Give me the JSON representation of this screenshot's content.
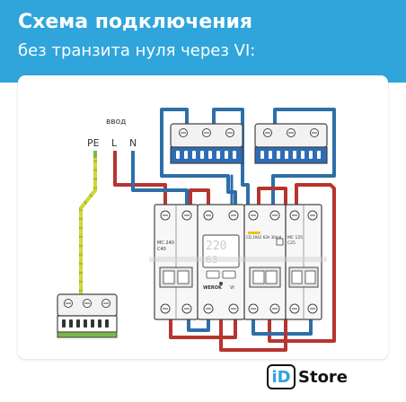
{
  "header": {
    "title_line1": "Схема подключения",
    "title_line2": "без транзита нуля через VI:"
  },
  "labels": {
    "input": "ввод",
    "pe": "PE",
    "l": "L",
    "n": "N"
  },
  "devices": {
    "breaker1_rating_line1": "MC 240",
    "breaker1_rating_line2": "C40",
    "relay_brand": "WEROK",
    "relay_model": "VI",
    "rcd_rating": "CD 2042 63A 30mA",
    "breaker2_rating_line1": "MC 125",
    "breaker2_rating_line2": "C25"
  },
  "brand": {
    "box_text": "iD",
    "name": "Store"
  },
  "colors": {
    "header": "#2fa5dc",
    "wire_phase": "#b8342f",
    "wire_neutral": "#2d6fa8",
    "wire_pe_yellow": "#d6d62e",
    "wire_pe_green": "#7ab84a",
    "terminal_blue": "#2e6db4",
    "terminal_green": "#7ab84a"
  }
}
